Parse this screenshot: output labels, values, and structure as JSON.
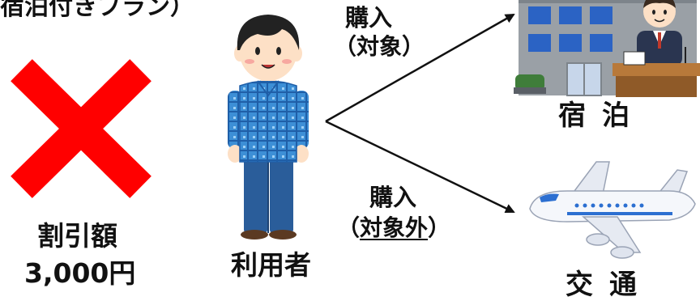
{
  "caption_partial": "宿泊付きプラン）",
  "discount": {
    "label": "割引額",
    "value": "3,000円"
  },
  "user": {
    "label": "利用者"
  },
  "purchase_target": {
    "line1": "購入",
    "open": "（",
    "scope": "対象",
    "close": "）"
  },
  "purchase_non_target": {
    "line1": "購入",
    "open": "（",
    "scope": "対象外",
    "close": "）"
  },
  "hotel": {
    "label": "宿泊"
  },
  "transport": {
    "label": "交通"
  },
  "colors": {
    "cross": "#ff0000",
    "arrow": "#111111",
    "shirt": "#3d8fd6",
    "pants": "#2a5d9a",
    "hair": "#222222",
    "skin": "#fde0c6",
    "building": "#9aa0a6",
    "window": "#2b63c4",
    "plane": "#f5f7fb",
    "plane_accent": "#2c6fd1"
  }
}
